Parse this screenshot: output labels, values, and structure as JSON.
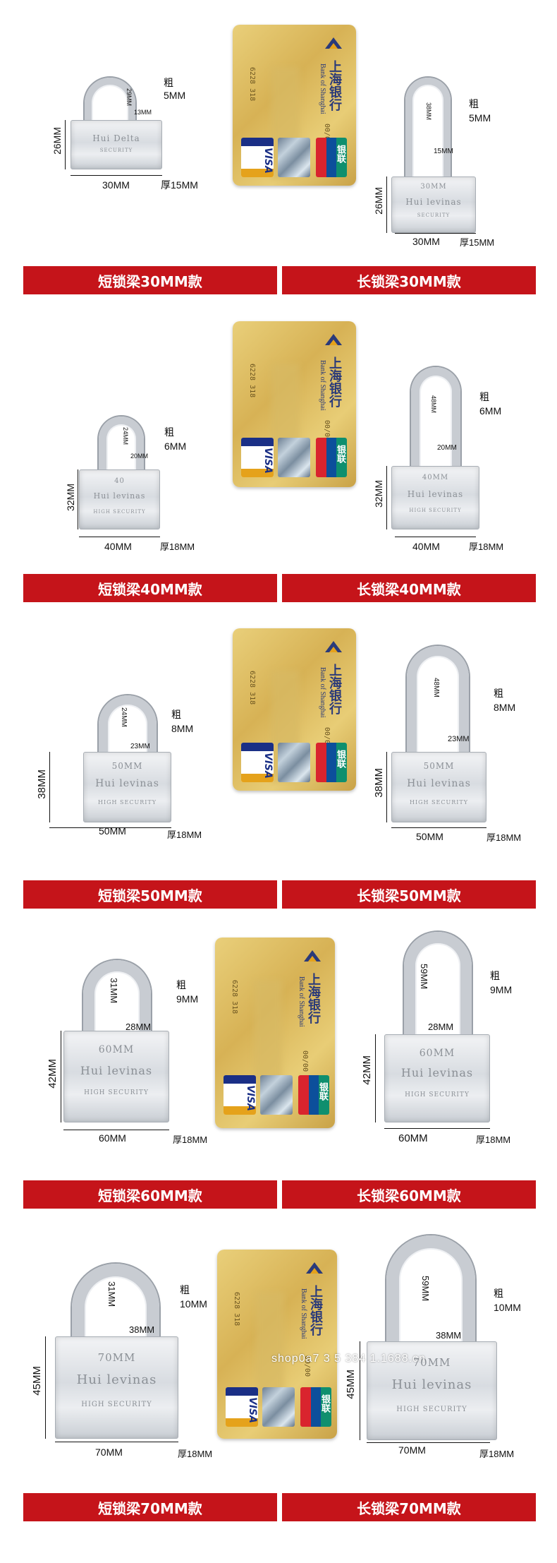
{
  "banners": [
    {
      "left": "短锁梁30MM款",
      "right": "长锁梁30MM款"
    },
    {
      "left": "短锁梁40MM款",
      "right": "长锁梁40MM款"
    },
    {
      "left": "短锁梁50MM款",
      "right": "长锁梁50MM款"
    },
    {
      "left": "短锁梁60MM款",
      "right": "长锁梁60MM款"
    },
    {
      "left": "短锁梁70MM款",
      "right": "长锁梁70MM款"
    }
  ],
  "locks": [
    {
      "short": {
        "width": "30MM",
        "height": "26MM",
        "thick": "厚15MM",
        "shackle_h": "29MM",
        "inner_w": "13MM",
        "rod_label": "粗",
        "rod": "5MM",
        "engrave_size": "",
        "engrave_brand": "Hui Delta",
        "engrave_sec": "SECURITY"
      },
      "long": {
        "width": "30MM",
        "height": "26MM",
        "thick": "厚15MM",
        "shackle_h": "38MM",
        "inner_w": "15MM",
        "rod_label": "粗",
        "rod": "5MM",
        "engrave_size": "30MM",
        "engrave_brand": "Hui levinas",
        "engrave_sec": "SECURITY"
      }
    },
    {
      "short": {
        "width": "40MM",
        "height": "32MM",
        "thick": "厚18MM",
        "shackle_h": "24MM",
        "inner_w": "20MM",
        "rod_label": "粗",
        "rod": "6MM",
        "engrave_size": "40",
        "engrave_brand": "Hui levinas",
        "engrave_sec": "HIGH SECURITY"
      },
      "long": {
        "width": "40MM",
        "height": "32MM",
        "thick": "厚18MM",
        "shackle_h": "48MM",
        "inner_w": "20MM",
        "rod_label": "粗",
        "rod": "6MM",
        "engrave_size": "40MM",
        "engrave_brand": "Hui levinas",
        "engrave_sec": "HIGH SECURITY"
      }
    },
    {
      "short": {
        "width": "50MM",
        "height": "38MM",
        "thick": "厚18MM",
        "shackle_h": "24MM",
        "inner_w": "23MM",
        "rod_label": "粗",
        "rod": "8MM",
        "engrave_size": "50MM",
        "engrave_brand": "Hui levinas",
        "engrave_sec": "HIGH SECURITY"
      },
      "long": {
        "width": "50MM",
        "height": "38MM",
        "thick": "厚18MM",
        "shackle_h": "48MM",
        "inner_w": "23MM",
        "rod_label": "粗",
        "rod": "8MM",
        "engrave_size": "50MM",
        "engrave_brand": "Hui levinas",
        "engrave_sec": "HIGH SECURITY"
      }
    },
    {
      "short": {
        "width": "60MM",
        "height": "42MM",
        "thick": "厚18MM",
        "shackle_h": "31MM",
        "inner_w": "28MM",
        "rod_label": "粗",
        "rod": "9MM",
        "engrave_size": "60MM",
        "engrave_brand": "Hui levinas",
        "engrave_sec": "HIGH SECURITY"
      },
      "long": {
        "width": "60MM",
        "height": "42MM",
        "thick": "厚18MM",
        "shackle_h": "59MM",
        "inner_w": "28MM",
        "rod_label": "粗",
        "rod": "9MM",
        "engrave_size": "60MM",
        "engrave_brand": "Hui levinas",
        "engrave_sec": "HIGH SECURITY"
      }
    },
    {
      "short": {
        "width": "70MM",
        "height": "45MM",
        "thick": "厚18MM",
        "shackle_h": "31MM",
        "inner_w": "38MM",
        "rod_label": "粗",
        "rod": "10MM",
        "engrave_size": "70MM",
        "engrave_brand": "Hui levinas",
        "engrave_sec": "HIGH SECURITY"
      },
      "long": {
        "width": "70MM",
        "height": "45MM",
        "thick": "厚18MM",
        "shackle_h": "59MM",
        "inner_w": "38MM",
        "rod_label": "粗",
        "rod": "10MM",
        "engrave_size": "70MM",
        "engrave_brand": "Hui levinas",
        "engrave_sec": "HIGH SECURITY"
      }
    }
  ],
  "card": {
    "bank_cn": "上海银行",
    "bank_en": "Bank of Shanghai",
    "number": "6228 318",
    "expiry": "00/00",
    "visa": "VISA",
    "unionpay": "银联"
  },
  "watermark": "shop0a7 3 5 384 1.1688.cn",
  "colors": {
    "banner": "#c5141a",
    "card_gold": "#d7b255",
    "lock_silver": "#d8dce1"
  }
}
